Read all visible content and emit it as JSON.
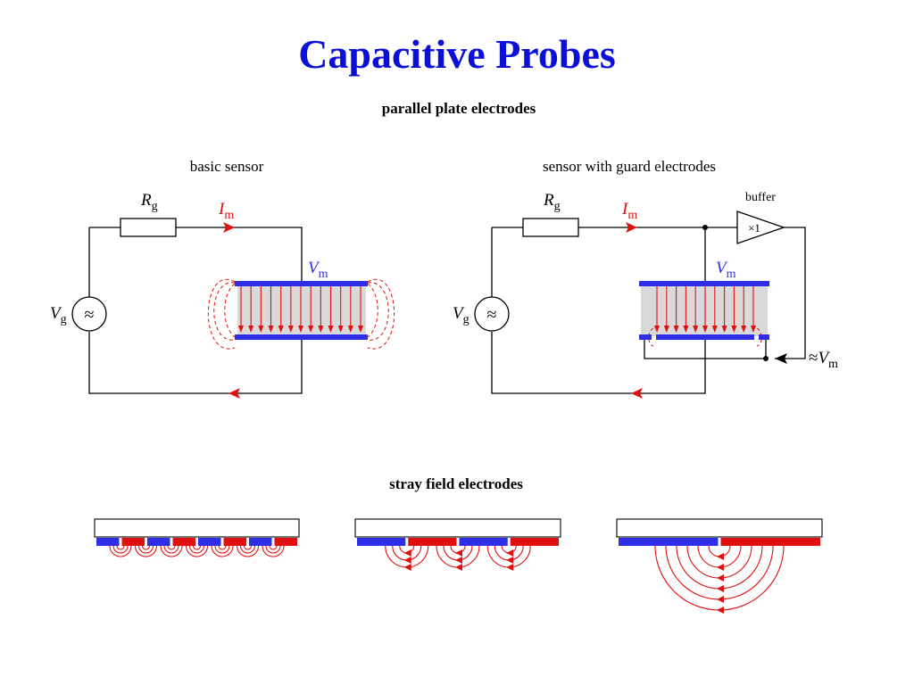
{
  "title": "Capacitive Probes",
  "sections": {
    "parallel": "parallel plate electrodes",
    "stray": "stray field electrodes"
  },
  "captions": {
    "basic": "basic sensor",
    "guard": "sensor with guard electrodes",
    "buffer": "buffer"
  },
  "symbols": {
    "R": "R",
    "R_sub": "g",
    "I": "I",
    "I_sub": "m",
    "V": "V",
    "Vg_sub": "g",
    "Vm_sub": "m",
    "ac": "≈",
    "gain": "×1",
    "approx": "≈"
  },
  "colors": {
    "title": "#0a10d8",
    "electrode_blue": "#2e2ee8",
    "electrode_red": "#e01010",
    "field_red": "#e01010",
    "dielectric_gray": "#d9d9d9"
  }
}
